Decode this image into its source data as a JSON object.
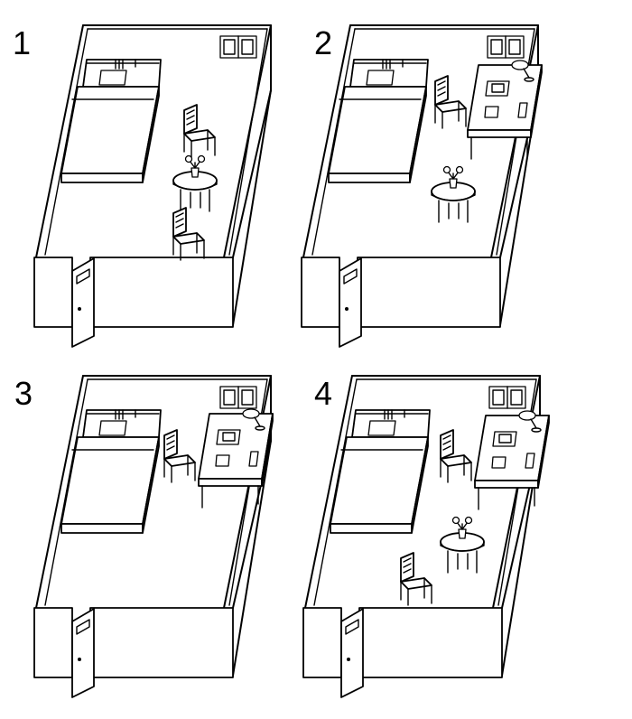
{
  "panels": [
    {
      "number": "1",
      "furniture": [
        "bed",
        "window",
        "chair",
        "round-table-with-flowers",
        "chair",
        "door"
      ]
    },
    {
      "number": "2",
      "furniture": [
        "bed",
        "window",
        "chair",
        "desk-with-lamp-and-phone",
        "round-table-with-flowers",
        "door"
      ]
    },
    {
      "number": "3",
      "furniture": [
        "bed",
        "window",
        "chair",
        "desk-with-lamp-and-phone",
        "door"
      ]
    },
    {
      "number": "4",
      "furniture": [
        "bed",
        "window",
        "chair",
        "desk-with-lamp-and-phone",
        "round-table-with-flowers",
        "chair",
        "door"
      ]
    }
  ]
}
